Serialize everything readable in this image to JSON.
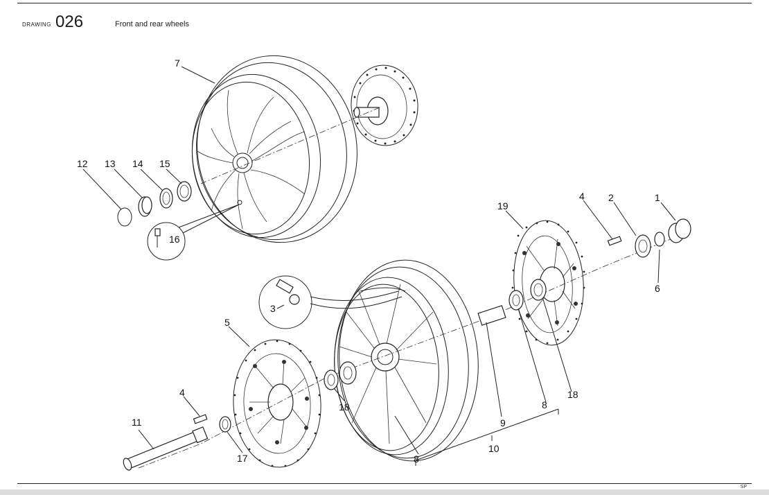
{
  "header": {
    "drawing_word": "DRAWING",
    "drawing_number": "026",
    "title": "Front and rear wheels"
  },
  "callouts": {
    "c1": "1",
    "c2": "2",
    "c3": "3",
    "c4a": "4",
    "c4b": "4",
    "c5": "5",
    "c6": "6",
    "c7": "7",
    "c8a": "8",
    "c8b": "8",
    "c9": "9",
    "c10": "10",
    "c11": "11",
    "c12": "12",
    "c13": "13",
    "c14": "14",
    "c15": "15",
    "c16": "16",
    "c17": "17",
    "c18a": "18",
    "c18b": "18",
    "c19": "19"
  },
  "footer": {
    "code": "SP"
  }
}
